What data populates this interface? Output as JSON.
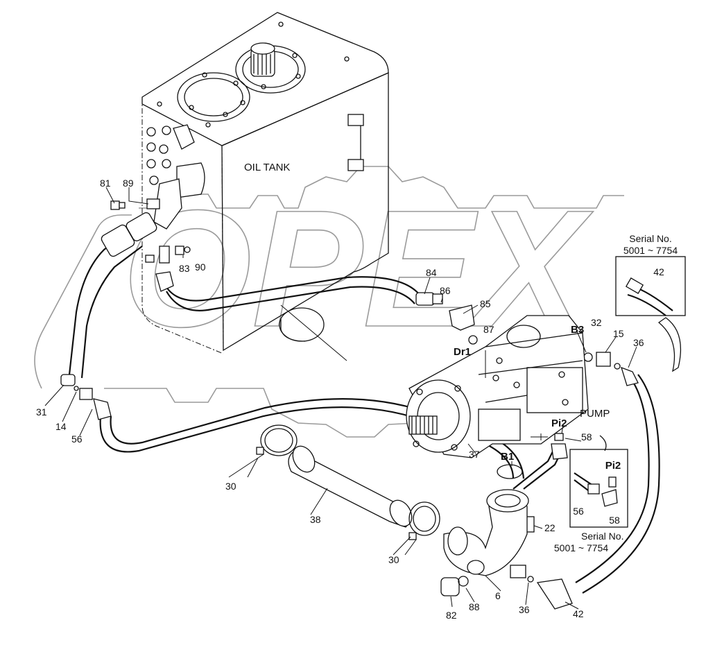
{
  "diagram": {
    "tank_label": "OIL TANK",
    "pump_label": "PUMP",
    "watermark": "OPEX",
    "ports": {
      "b3": "B3",
      "dr1": "Dr1",
      "pi2": "Pi2",
      "b1": "B1",
      "pi2_inset": "Pi2"
    },
    "serial_top": {
      "line1": "Serial No.",
      "line2": "5001 ~ 7754"
    },
    "serial_bottom": {
      "line1": "Serial No.",
      "line2": "5001 ~ 7754"
    },
    "parts": {
      "p81": "81",
      "p89": "89",
      "p83": "83",
      "p90": "90",
      "p84": "84",
      "p86": "86",
      "p85": "85",
      "p87": "87",
      "p32": "32",
      "p15": "15",
      "p36a": "36",
      "p42a": "42",
      "p58a": "58",
      "p37": "37",
      "p31": "31",
      "p14": "14",
      "p56a": "56",
      "p30a": "30",
      "p38": "38",
      "p30b": "30",
      "p22": "22",
      "p56b": "56",
      "p58b": "58",
      "p82": "82",
      "p88": "88",
      "p6": "6",
      "p36b": "36",
      "p42b": "42"
    }
  }
}
